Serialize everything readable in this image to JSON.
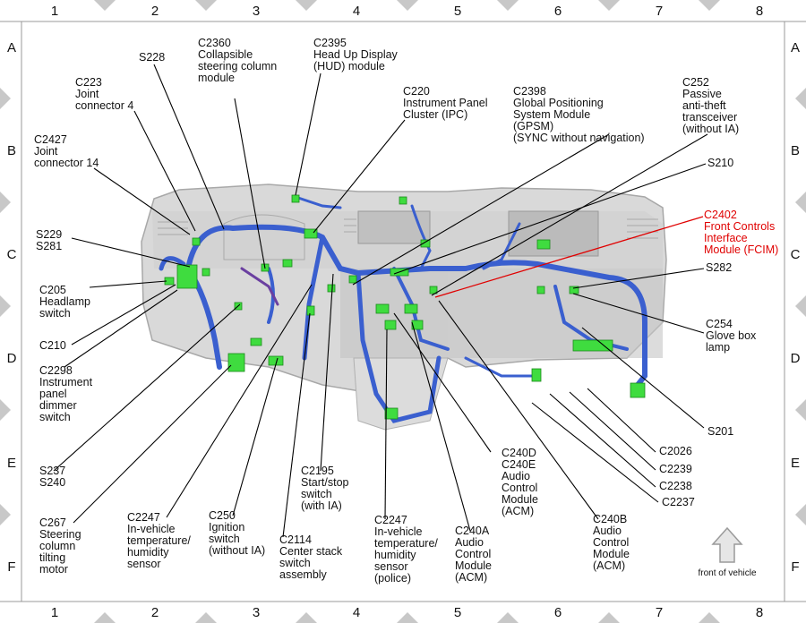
{
  "grid": {
    "columns": [
      "1",
      "2",
      "3",
      "4",
      "5",
      "6",
      "7",
      "8"
    ],
    "rows": [
      "A",
      "B",
      "C",
      "D",
      "E",
      "F"
    ]
  },
  "colors": {
    "harness": "#3a5fcf",
    "connector": "#3fdc3f",
    "highlight": "#e00000"
  },
  "front_of_vehicle": "front of vehicle",
  "callouts": [
    {
      "id": "c2427",
      "lines": [
        "C2427",
        "Joint",
        "connector 14"
      ]
    },
    {
      "id": "c223",
      "lines": [
        "C223",
        "Joint",
        "connector 4"
      ]
    },
    {
      "id": "s228",
      "lines": [
        "S228"
      ]
    },
    {
      "id": "c2360",
      "lines": [
        "C2360",
        "Collapsible",
        "steering column",
        "module"
      ]
    },
    {
      "id": "c2395",
      "lines": [
        "C2395",
        "Head Up Display",
        "(HUD) module"
      ]
    },
    {
      "id": "c220",
      "lines": [
        "C220",
        "Instrument Panel",
        "Cluster (IPC)"
      ]
    },
    {
      "id": "c2398",
      "lines": [
        "C2398",
        "Global Positioning",
        "System Module",
        "(GPSM)",
        "(SYNC without navigation)"
      ]
    },
    {
      "id": "c252",
      "lines": [
        "C252",
        "Passive",
        "anti-theft",
        "transceiver",
        "(without IA)"
      ]
    },
    {
      "id": "s210",
      "lines": [
        "S210"
      ]
    },
    {
      "id": "c2402",
      "lines": [
        "C2402",
        "Front Controls",
        "Interface",
        "Module (FCIM)"
      ]
    },
    {
      "id": "s282",
      "lines": [
        "S282"
      ]
    },
    {
      "id": "c254",
      "lines": [
        "C254",
        "Glove box",
        "lamp"
      ]
    },
    {
      "id": "s201",
      "lines": [
        "S201"
      ]
    },
    {
      "id": "c2026",
      "lines": [
        "C2026"
      ]
    },
    {
      "id": "c2239",
      "lines": [
        "C2239"
      ]
    },
    {
      "id": "c2238",
      "lines": [
        "C2238"
      ]
    },
    {
      "id": "c2237",
      "lines": [
        "C2237"
      ]
    },
    {
      "id": "c240b",
      "lines": [
        "C240B",
        "Audio",
        "Control",
        "Module",
        "(ACM)"
      ]
    },
    {
      "id": "c240d",
      "lines": [
        "C240D",
        "C240E",
        "Audio",
        "Control",
        "Module",
        "(ACM)"
      ]
    },
    {
      "id": "c240a",
      "lines": [
        "C240A",
        "Audio",
        "Control",
        "Module",
        "(ACM)"
      ]
    },
    {
      "id": "c2247p",
      "lines": [
        "C2247",
        "In-vehicle",
        "temperature/",
        "humidity",
        "sensor",
        "(police)"
      ]
    },
    {
      "id": "c2195",
      "lines": [
        "C2195",
        "Start/stop",
        "switch",
        "(with IA)"
      ]
    },
    {
      "id": "c2114",
      "lines": [
        "C2114",
        "Center stack",
        "switch",
        "assembly"
      ]
    },
    {
      "id": "c250",
      "lines": [
        "C250",
        "Ignition",
        "switch",
        "(without IA)"
      ]
    },
    {
      "id": "c2247",
      "lines": [
        "C2247",
        "In-vehicle",
        "temperature/",
        "humidity",
        "sensor"
      ]
    },
    {
      "id": "c267",
      "lines": [
        "C267",
        "Steering",
        "column",
        "tilting",
        "motor"
      ]
    },
    {
      "id": "s237",
      "lines": [
        "S237",
        "S240"
      ]
    },
    {
      "id": "c2298",
      "lines": [
        "C2298",
        "Instrument",
        "panel",
        "dimmer",
        "switch"
      ]
    },
    {
      "id": "c210",
      "lines": [
        "C210"
      ]
    },
    {
      "id": "c205",
      "lines": [
        "C205",
        "Headlamp",
        "switch"
      ]
    },
    {
      "id": "s229",
      "lines": [
        "S229",
        "S281"
      ]
    }
  ]
}
